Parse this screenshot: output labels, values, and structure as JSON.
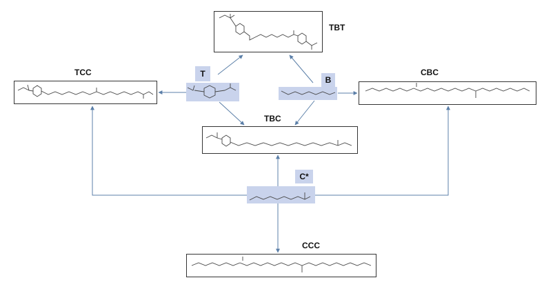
{
  "nodes": {
    "tbt": "TBT",
    "tcc": "TCC",
    "cbc": "CBC",
    "tbc": "TBC",
    "ccc": "CCC"
  },
  "monomers": {
    "t": "T",
    "b": "B",
    "c": "C*"
  },
  "colors": {
    "arrow": "#5b7fa8",
    "highlight": "#c9d3ec",
    "box_border": "#333333",
    "structure": "#444444"
  }
}
